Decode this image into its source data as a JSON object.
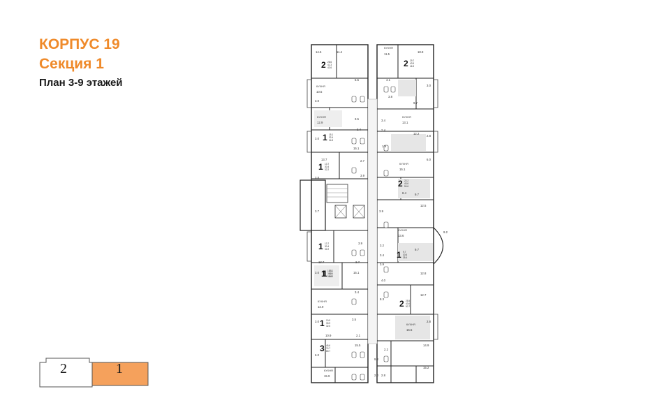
{
  "header": {
    "building": "КОРПУС 19",
    "section": "Секция 1",
    "plan_label": "План 3-9 этажей"
  },
  "key_plan": {
    "sections": [
      {
        "label": "2",
        "active": false
      },
      {
        "label": "1",
        "active": true
      }
    ],
    "active_color": "#f5a15c"
  },
  "floor_plan": {
    "room_labels": [
      {
        "text": "14.6"
      },
      {
        "text": "11.4"
      },
      {
        "text": "КУХНЯ"
      },
      {
        "text": "11.5"
      },
      {
        "text": "18.8"
      },
      {
        "text": "5.5"
      },
      {
        "text": "4.1"
      },
      {
        "text": "КУХНЯ"
      },
      {
        "text": "10.5"
      },
      {
        "text": "3.8"
      },
      {
        "text": "3.0"
      },
      {
        "text": "3.0"
      },
      {
        "text": "9.7"
      },
      {
        "text": "КУХНЯ"
      },
      {
        "text": "12.9"
      },
      {
        "text": "3.5"
      },
      {
        "text": "3.4"
      },
      {
        "text": "КУХНЯ"
      },
      {
        "text": "13.1"
      },
      {
        "text": "3.4"
      },
      {
        "text": "2.4"
      },
      {
        "text": "12.2"
      },
      {
        "text": "2.8"
      },
      {
        "text": "3.0"
      },
      {
        "text": "1.9"
      },
      {
        "text": "15.1"
      },
      {
        "text": "13.7"
      },
      {
        "text": "2.7"
      },
      {
        "text": "КУХНЯ"
      },
      {
        "text": "15.1"
      },
      {
        "text": "6.0"
      },
      {
        "text": "3.9"
      },
      {
        "text": "3.8"
      },
      {
        "text": "8.4"
      },
      {
        "text": "9.7"
      },
      {
        "text": "3.7"
      },
      {
        "text": "3.9"
      },
      {
        "text": "12.5"
      },
      {
        "text": "КУХНЯ"
      },
      {
        "text": "13.6"
      },
      {
        "text": "9.2"
      },
      {
        "text": "3.2"
      },
      {
        "text": "3.4"
      },
      {
        "text": "3.9"
      },
      {
        "text": "9.7"
      },
      {
        "text": "13.7"
      },
      {
        "text": "2.7"
      },
      {
        "text": "3.9"
      },
      {
        "text": "3.0"
      },
      {
        "text": "15.1"
      },
      {
        "text": "4.0"
      },
      {
        "text": "12.8"
      },
      {
        "text": "3.4"
      },
      {
        "text": "КУХНЯ"
      },
      {
        "text": "12.9"
      },
      {
        "text": "8.3"
      },
      {
        "text": "12.7"
      },
      {
        "text": "3.0"
      },
      {
        "text": "3.5"
      },
      {
        "text": "КУХНЯ"
      },
      {
        "text": "16.5"
      },
      {
        "text": "2.8"
      },
      {
        "text": "10.9"
      },
      {
        "text": "2.1"
      },
      {
        "text": "15.5"
      },
      {
        "text": "2.2"
      },
      {
        "text": "14.9"
      },
      {
        "text": "6.0"
      },
      {
        "text": "9.2"
      },
      {
        "text": "КУХНЯ"
      },
      {
        "text": "15.9"
      },
      {
        "text": "2.0"
      },
      {
        "text": "2.8"
      },
      {
        "text": "15.2"
      }
    ],
    "apartments": [
      {
        "rooms": "2",
        "areas": [
          "28.6",
          "41.3",
          "43.6"
        ]
      },
      {
        "rooms": "2",
        "areas": [
          "29.7",
          "43.9",
          "46.3"
        ]
      },
      {
        "rooms": "1",
        "areas": [
          "15.1",
          "32.4",
          "34.3"
        ]
      },
      {
        "rooms": "1",
        "areas": [
          "13.7",
          "30.4",
          "32.2"
        ]
      },
      {
        "rooms": "1",
        "areas": [
          "15.1",
          "36.6",
          "38.3"
        ]
      },
      {
        "rooms": "2",
        "areas": [
          "22.2",
          "43.6",
          "50.6"
        ]
      },
      {
        "rooms": "1",
        "areas": [
          "13.7",
          "30.4",
          "32.2"
        ]
      },
      {
        "rooms": "1",
        "areas": [
          "9.7",
          "30.6",
          "35.4"
        ]
      },
      {
        "rooms": "1",
        "areas": [
          "15.1",
          "32.4",
          "34.3"
        ]
      },
      {
        "rooms": "2",
        "areas": [
          "25.5",
          "43.6",
          "50.7"
        ]
      },
      {
        "rooms": "1",
        "areas": [
          "10.9",
          "30.9",
          "32.5"
        ]
      },
      {
        "rooms": "3",
        "areas": [
          "45.6",
          "74.7",
          "80.7"
        ]
      }
    ]
  }
}
